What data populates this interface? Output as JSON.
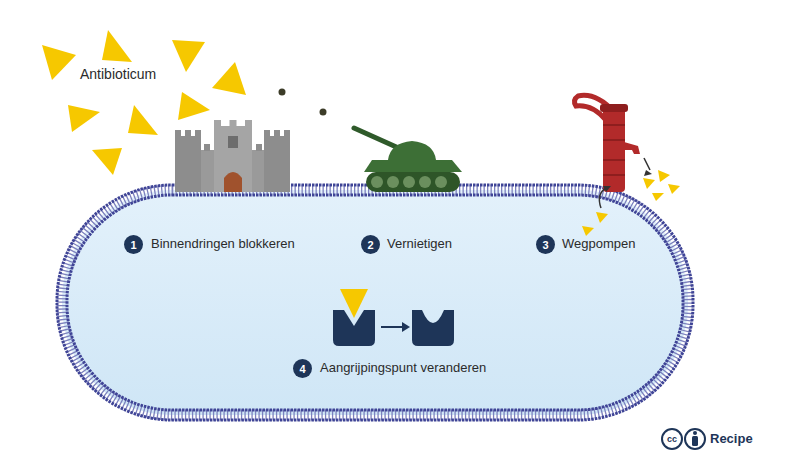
{
  "diagram": {
    "nodes": [
      {
        "text": [
          "1"
        ]
      },
      {
        "text": [
          "2"
        ]
      },
      {
        "text": [
          "3"
        ]
      },
      {
        "text": [
          "4"
        ]
      }
    ],
    "labels": [
      "Antibioticum",
      "Binnendringen blokkeren",
      "Vernietigen",
      "Wegpompen",
      "Aangrijpingspunt veranderen",
      "cc",
      "Recipe"
    ]
  }
}
